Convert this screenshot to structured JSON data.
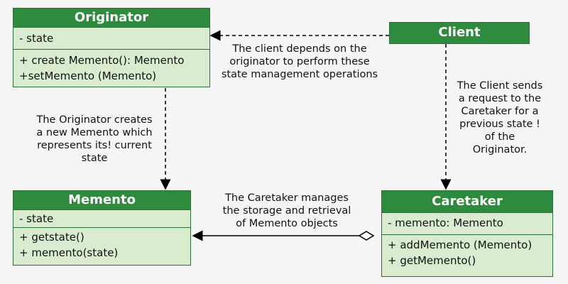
{
  "originator": {
    "title": "Originator",
    "attributes": [
      "- state"
    ],
    "operations": [
      "+ create Memento(): Memento",
      "+setMemento (Memento)"
    ]
  },
  "client": {
    "title": "Client"
  },
  "memento": {
    "title": "Memento",
    "attributes": [
      "- state"
    ],
    "operations": [
      "+ getstate()",
      "+ memento(state)"
    ]
  },
  "caretaker": {
    "title": "Caretaker",
    "attributes": [
      "- memento: Memento"
    ],
    "operations": [
      "+ addMemento (Memento)",
      "+ getMemento()"
    ]
  },
  "notes": {
    "client_to_originator": [
      "The client depends on the",
      "originator to perform these",
      "state management operations"
    ],
    "originator_to_memento": [
      "The Originator creates",
      "a new Memento which",
      "represents its! current",
      "state"
    ],
    "client_to_caretaker": [
      "The Client sends",
      "a request to the",
      "Caretaker for a",
      "previous state !",
      "of the",
      "Originator."
    ],
    "caretaker_to_memento": [
      "The Caretaker manages",
      "the storage and retrieval",
      "of Memento objects"
    ]
  },
  "colors": {
    "header": "#2e8b3d",
    "body": "#d9ecd0",
    "border": "#2e6e3a",
    "background": "#f5f5f5"
  }
}
